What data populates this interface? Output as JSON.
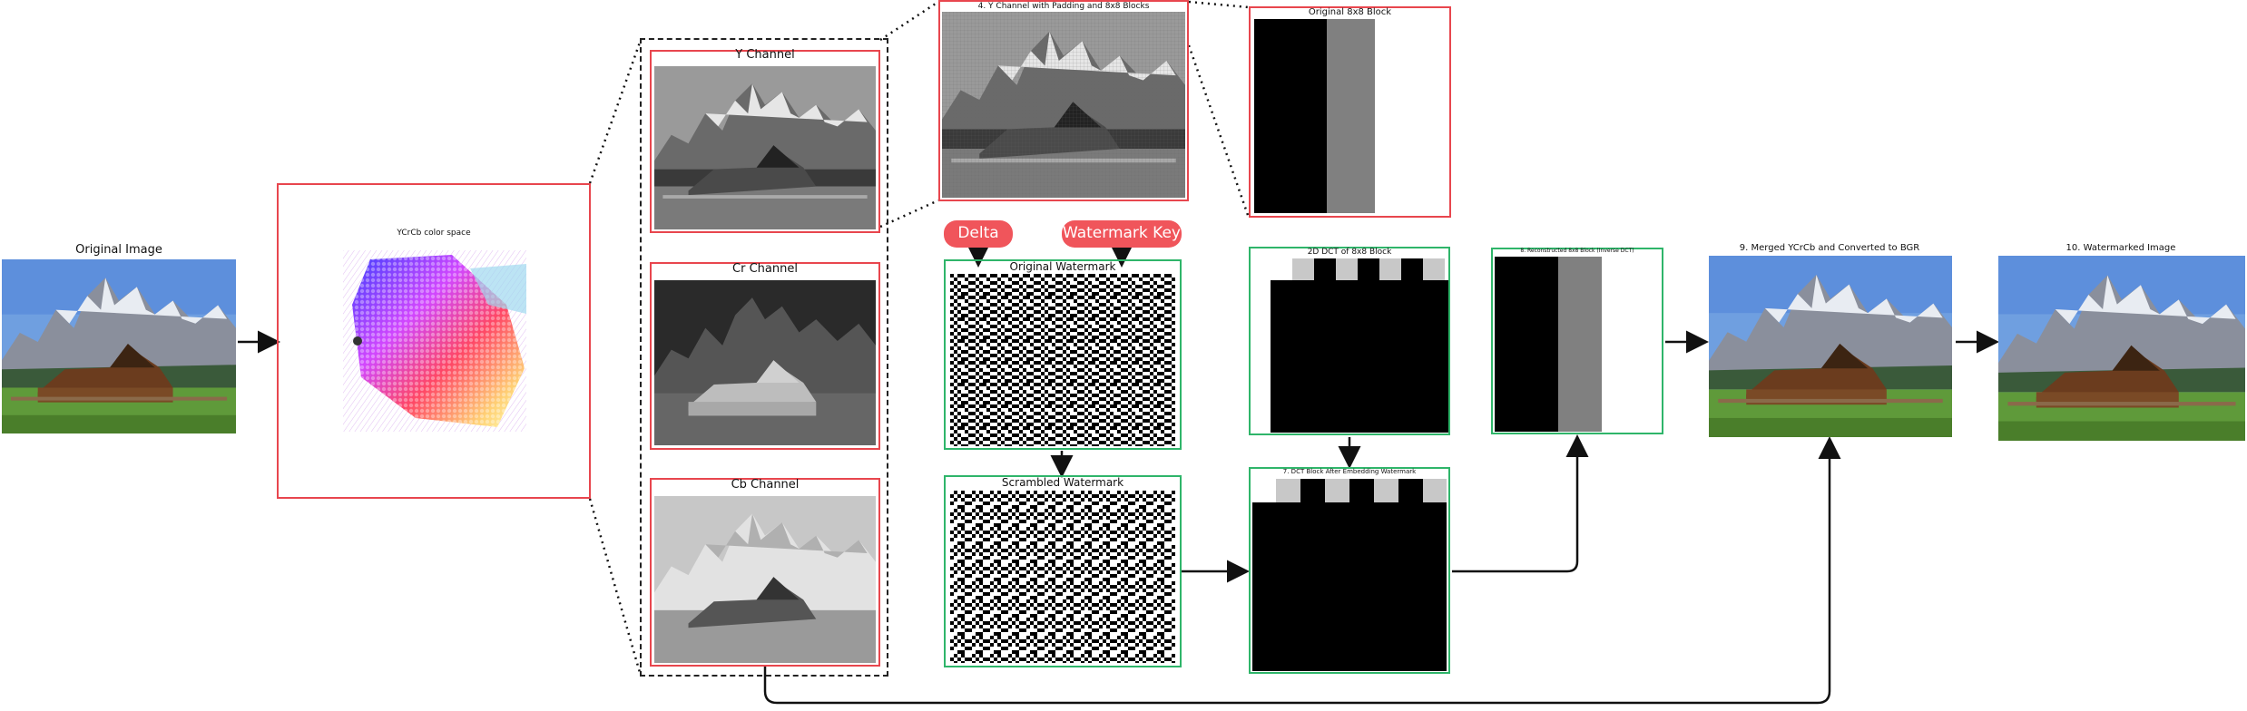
{
  "labels": {
    "original_image": "Original Image",
    "ycrcb_space": "YCrCb color space",
    "y_channel": "Y Channel",
    "cr_channel": "Cr Channel",
    "cb_channel": "Cb Channel",
    "y_padded": "4. Y Channel with Padding and 8x8 Blocks",
    "original_block": "Original 8x8 Block",
    "delta": "Delta",
    "watermark_key": "Watermark Key",
    "original_watermark": "Original Watermark",
    "scrambled_watermark": "Scrambled Watermark",
    "dct_block": "2D DCT of 8x8 Block",
    "dct_embedded": "7. DCT Block After Embedding Watermark",
    "reconstructed": "8. Reconstructed 8x8 Block (Inverse DCT)",
    "merged": "9. Merged YCrCb and Converted to BGR",
    "watermarked": "10. Watermarked Image"
  },
  "colors": {
    "red_border": "#e8464e",
    "green_border": "#2fb56a",
    "pill": "#f0555b"
  },
  "icons": [
    "arrow-icon",
    "photo-icon",
    "noise-pattern-icon"
  ]
}
